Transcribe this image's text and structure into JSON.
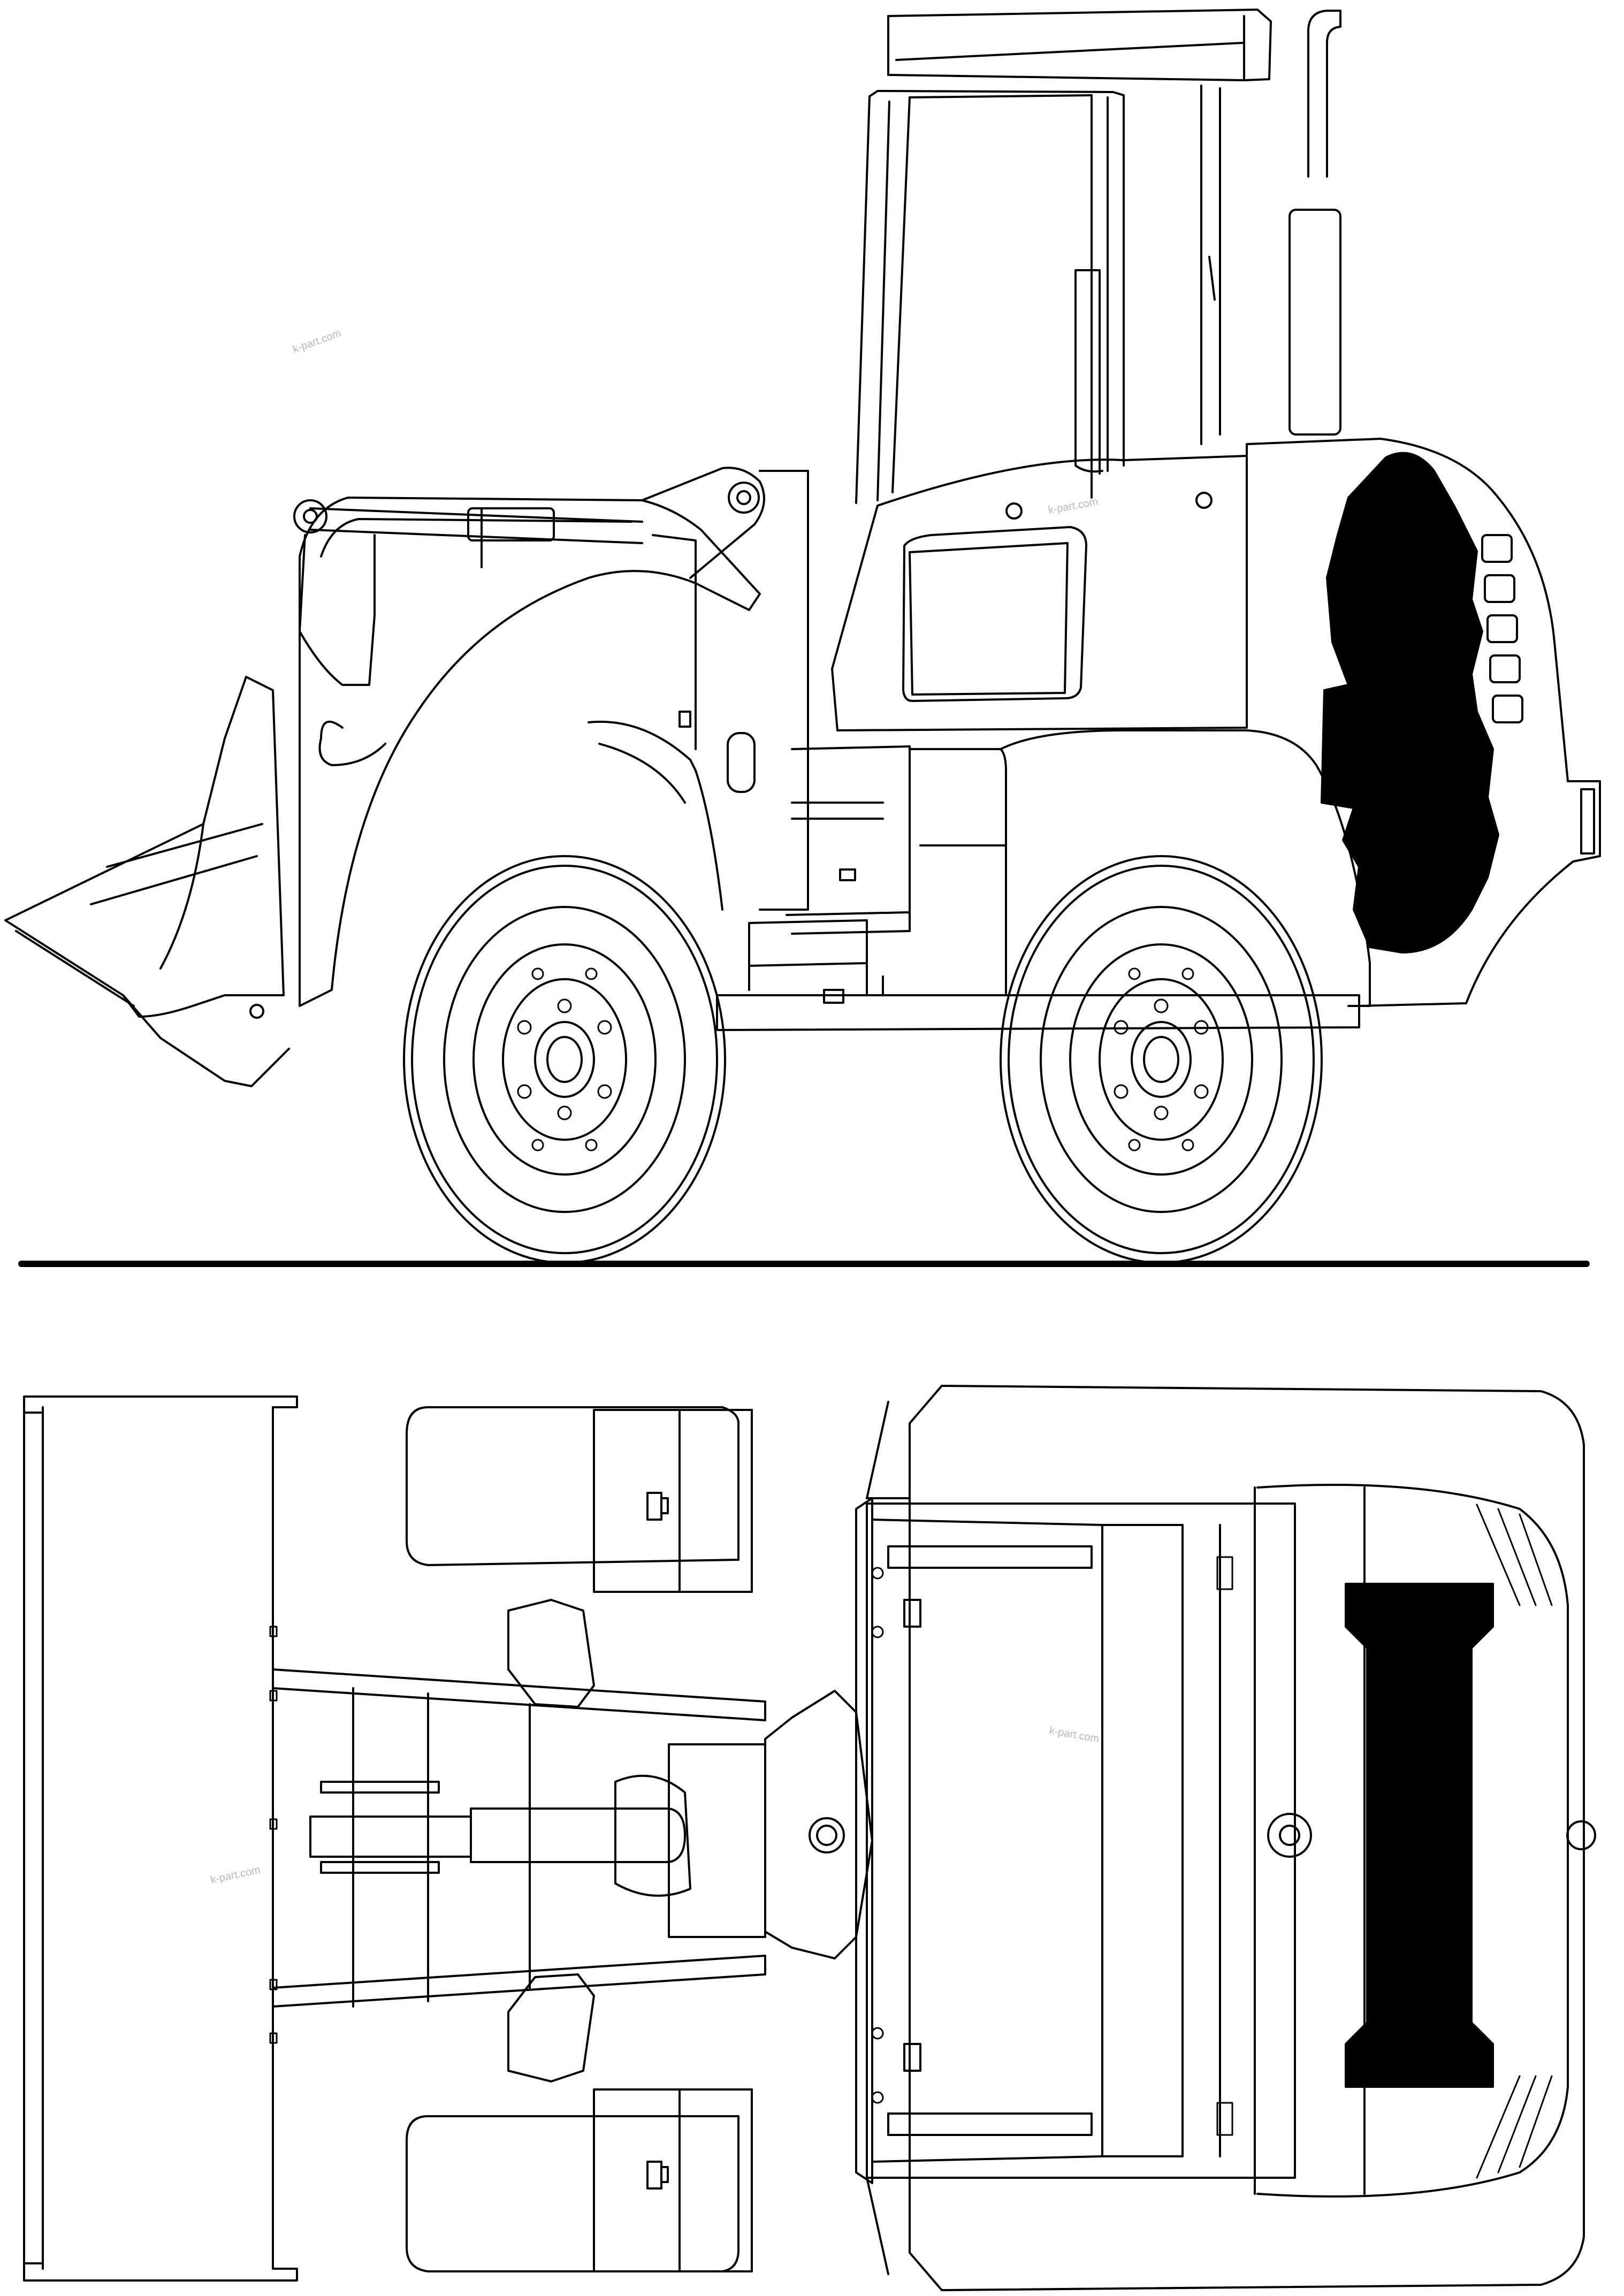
{
  "drawing": {
    "subject": "wheel loader",
    "views": [
      "side-view",
      "top-view"
    ],
    "line_color": "#000000",
    "background_color": "#ffffff",
    "fill_color_dark": "#000000"
  },
  "watermarks": [
    "k-part.com",
    "k-part.com",
    "k-part.com",
    "k-part.com"
  ]
}
